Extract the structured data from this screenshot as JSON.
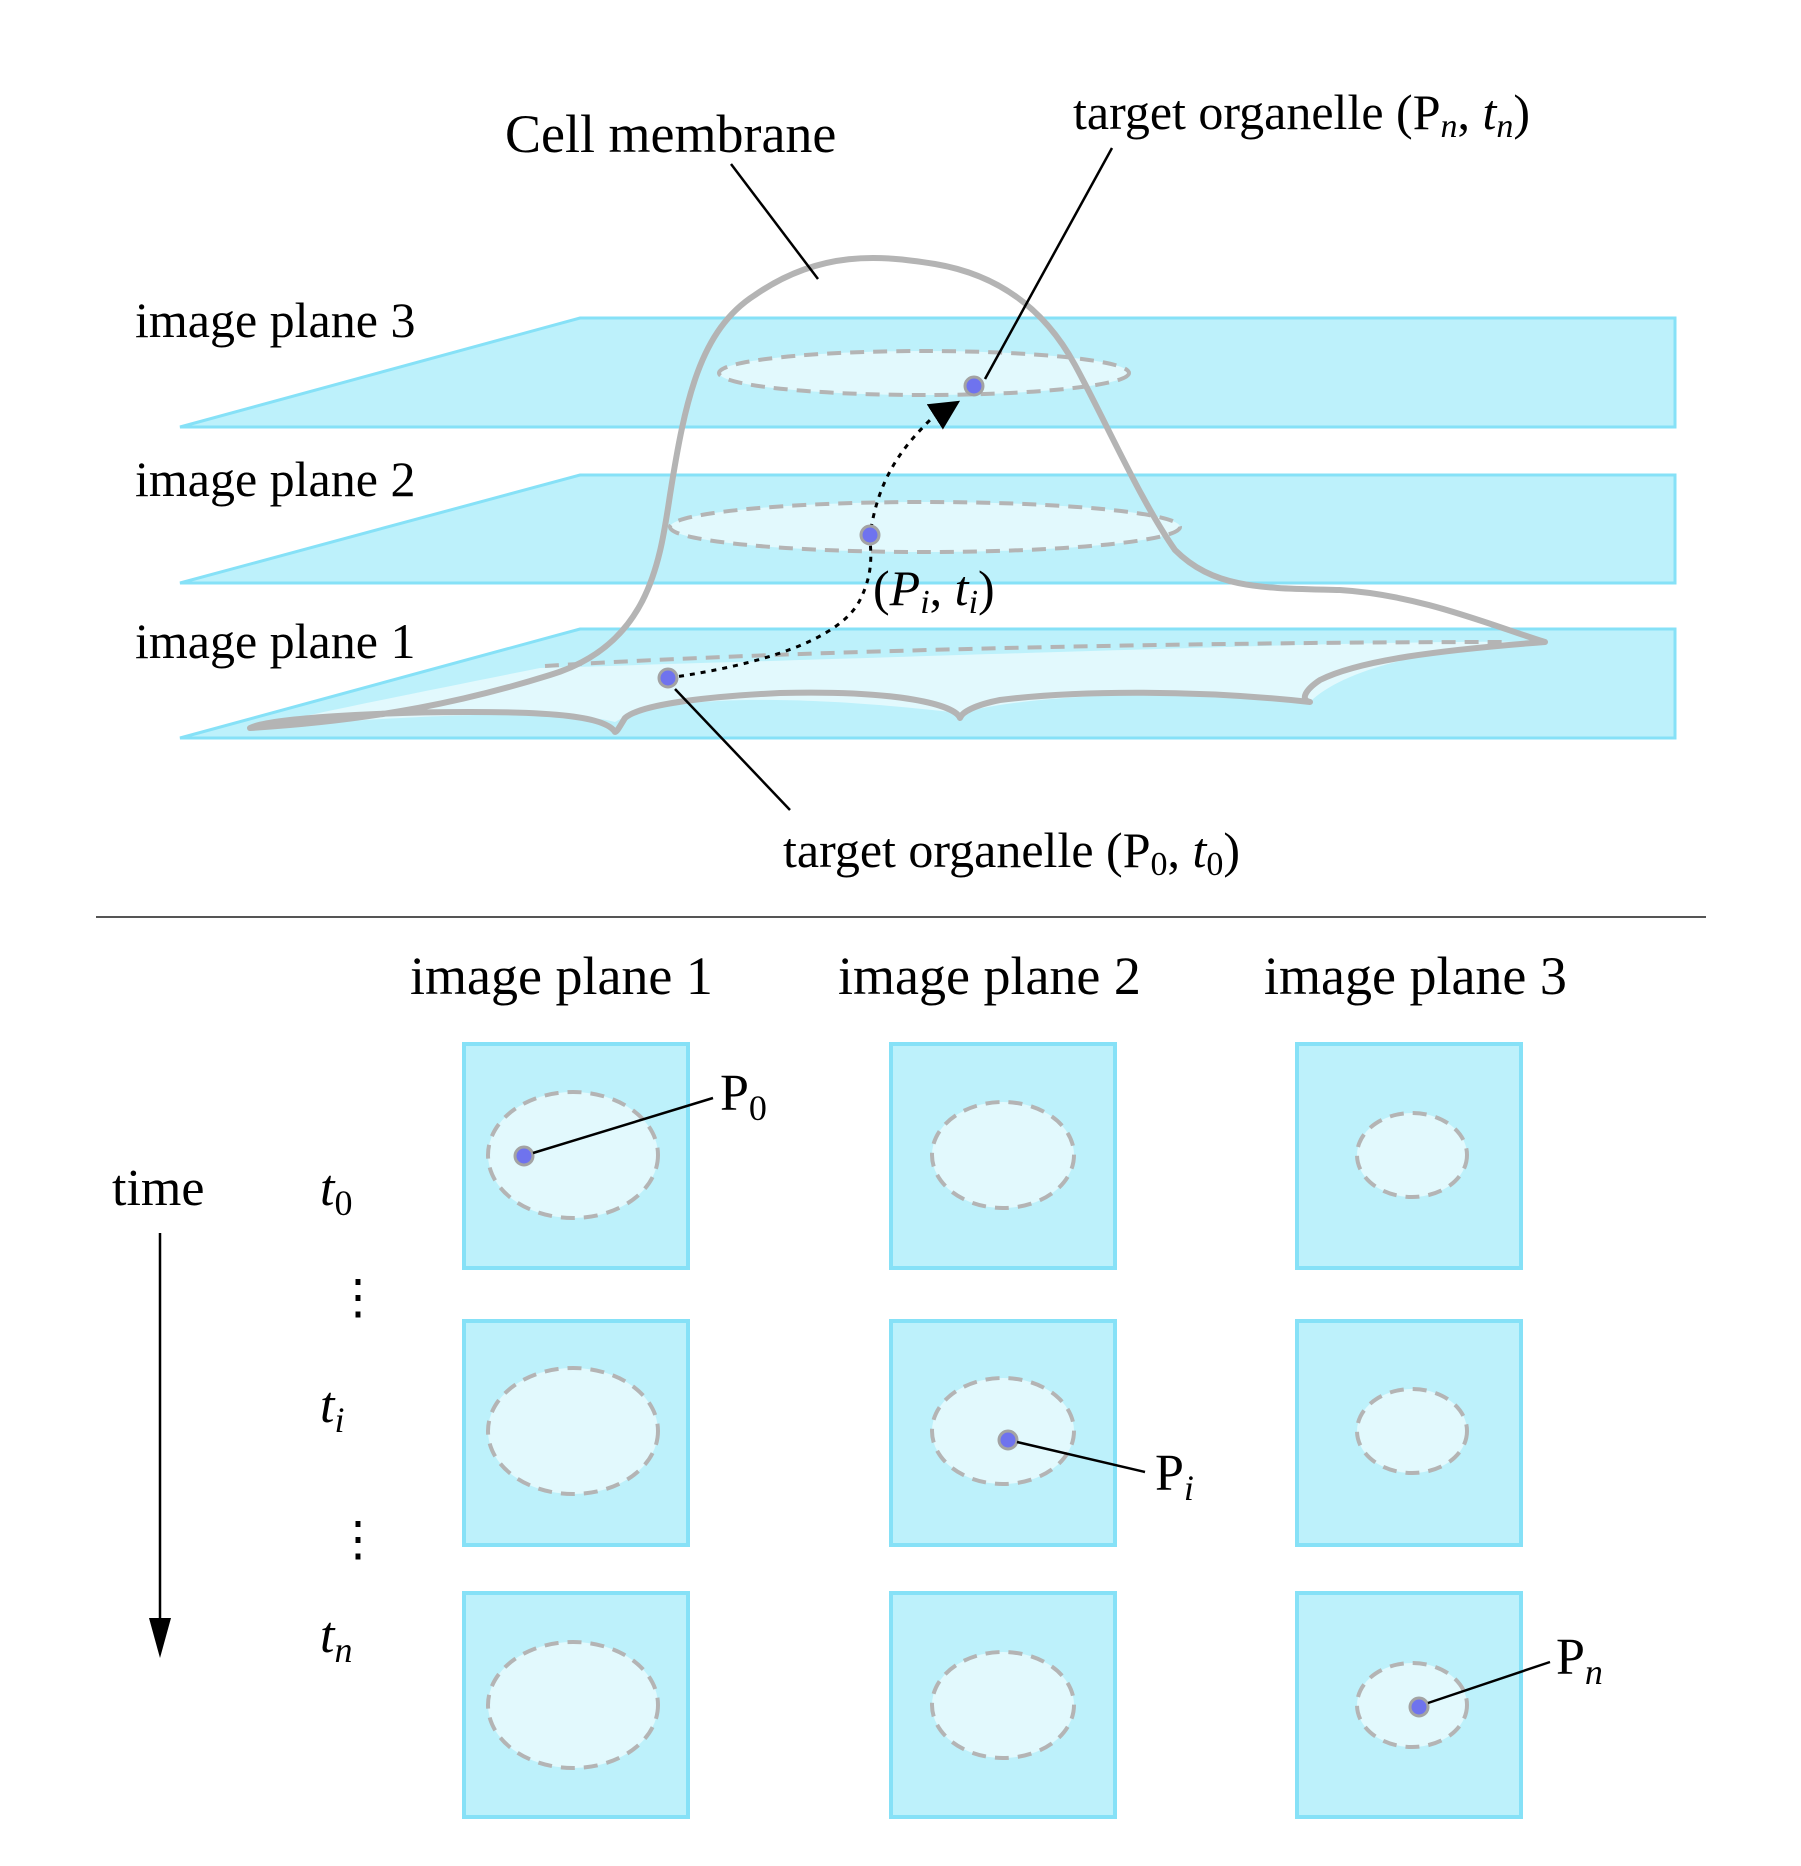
{
  "top_view": {
    "cell_membrane_label": "Cell membrane",
    "plane_labels": [
      "image plane 3",
      "image plane 2",
      "image plane 1"
    ],
    "target_n": {
      "prefix": "target organelle ",
      "point": "P",
      "point_sub": "n",
      "time": "t",
      "time_sub": "n"
    },
    "target_i": {
      "point": "P",
      "point_sub": "i",
      "time": "t",
      "time_sub": "i"
    },
    "target_0": {
      "prefix": "target organelle ",
      "point": "P",
      "point_sub": "0",
      "time": "t",
      "time_sub": "0"
    },
    "colors": {
      "plane": "#bdf1fb",
      "plane_edge": "#86e1f7",
      "membrane": "#b4b4b4",
      "organelle": "#6f73ee"
    }
  },
  "bottom_grid": {
    "column_headers": [
      "image plane 1",
      "image plane 2",
      "image plane 3"
    ],
    "time_label": "time",
    "row_labels": [
      {
        "base": "t",
        "sub": "0"
      },
      {
        "base": "t",
        "sub": "i"
      },
      {
        "base": "t",
        "sub": "n"
      }
    ],
    "ellipsis": "⋮",
    "point_labels": [
      {
        "base": "P",
        "sub": "0"
      },
      {
        "base": "P",
        "sub": "i"
      },
      {
        "base": "P",
        "sub": "n"
      }
    ]
  }
}
